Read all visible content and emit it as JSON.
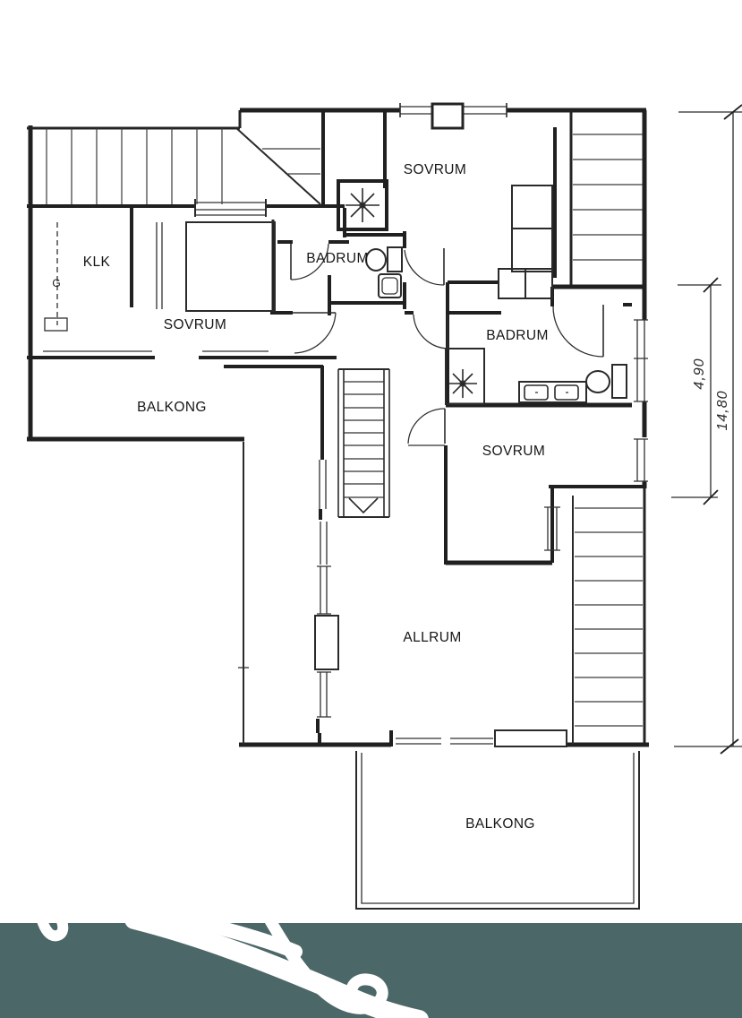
{
  "floor_plan": {
    "rooms": {
      "sovrum_top": "SOVRUM",
      "klk": "KLK",
      "badrum_middle": "BADRUM",
      "sovrum_left": "SOVRUM",
      "badrum_right": "BADRUM",
      "balkong_left": "BALKONG",
      "sovrum_right": "SOVRUM",
      "allrum": "ALLRUM",
      "balkong_bottom": "BALKONG"
    },
    "dimensions": {
      "inner": "4,90",
      "outer": "14,80"
    },
    "markers": {
      "wardrobe": "G"
    }
  },
  "colors": {
    "ink": "#202020",
    "paper": "#ffffff",
    "footer_band": "#4c6767",
    "scribble": "#ffffff"
  }
}
